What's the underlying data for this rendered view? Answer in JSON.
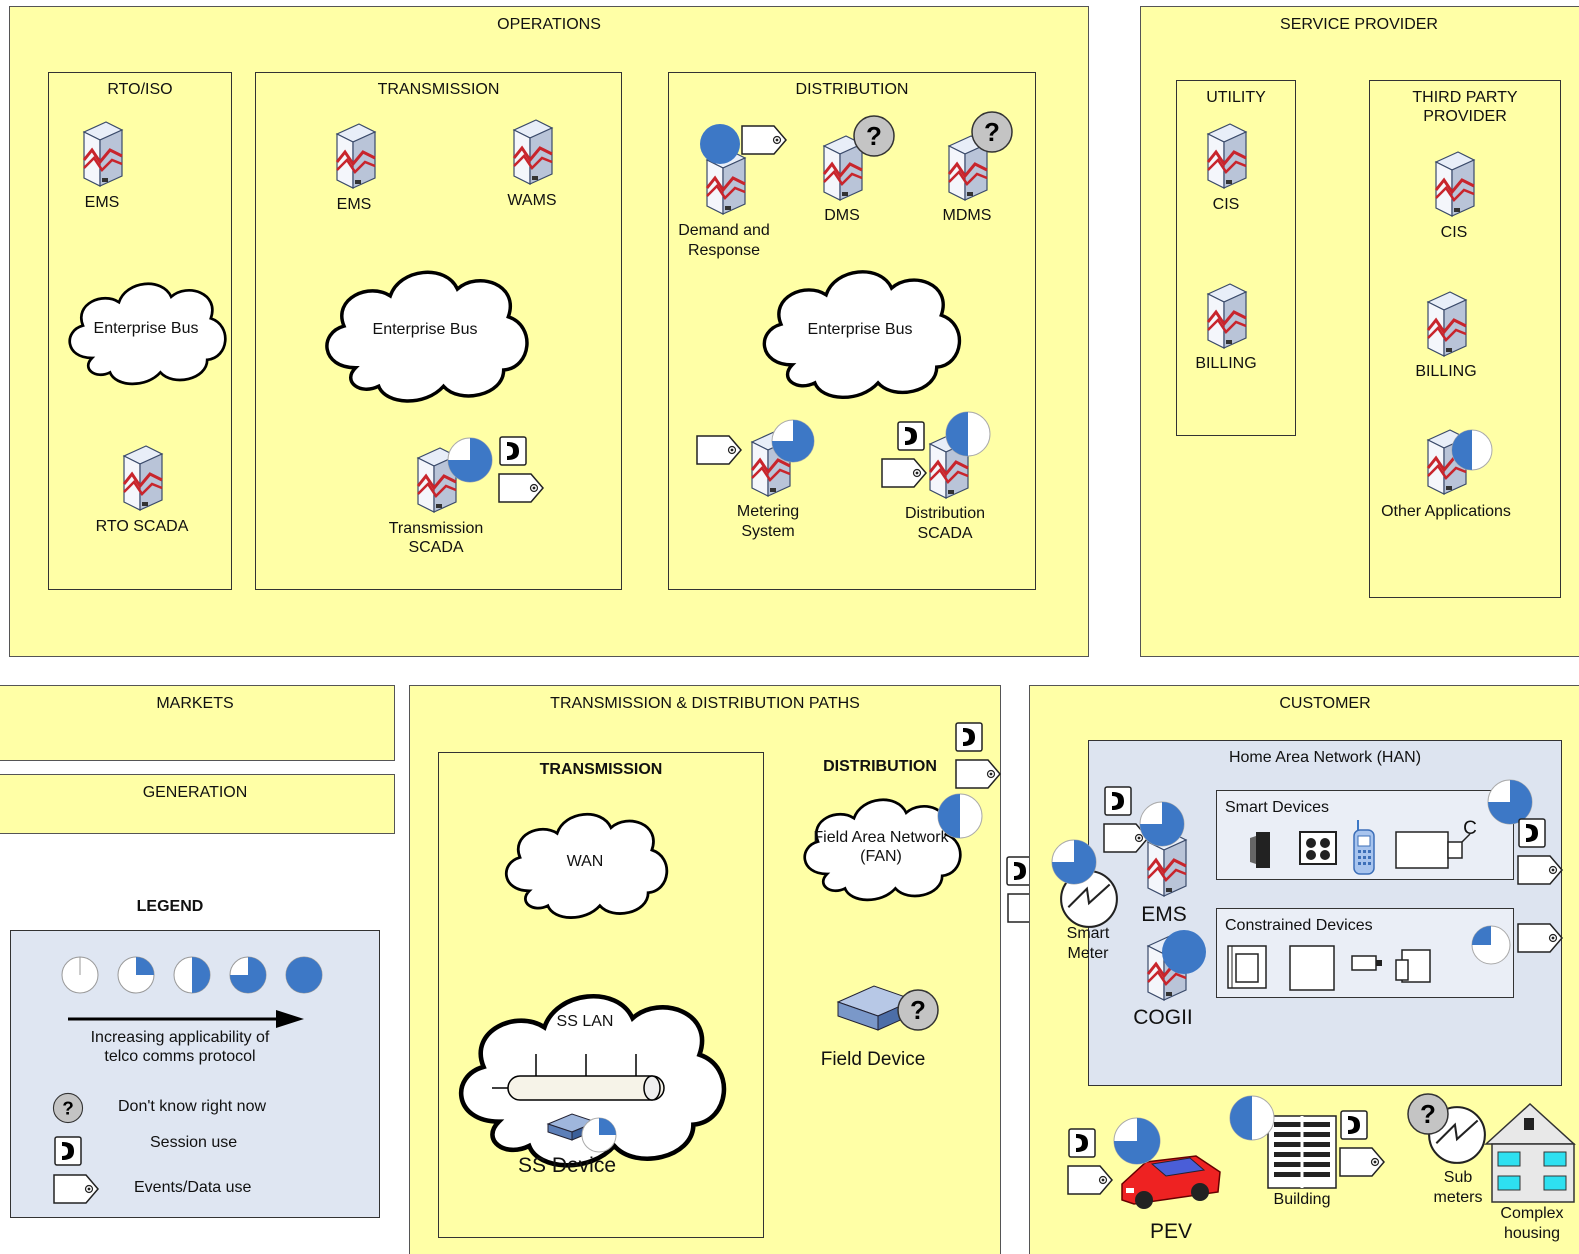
{
  "operations": {
    "title": "OPERATIONS",
    "rto_iso": {
      "title": "RTO/ISO",
      "ems": "EMS",
      "bus": "Enterprise Bus",
      "scada": "RTO SCADA"
    },
    "transmission": {
      "title": "TRANSMISSION",
      "ems": "EMS",
      "wams": "WAMS",
      "bus": "Enterprise Bus",
      "scada_1": "Transmission",
      "scada_2": "SCADA"
    },
    "distribution": {
      "title": "DISTRIBUTION",
      "dr_1": "Demand and",
      "dr_2": "Response",
      "dms": "DMS",
      "mdms": "MDMS",
      "bus": "Enterprise Bus",
      "meter_1": "Metering",
      "meter_2": "System",
      "scada_1": "Distribution",
      "scada_2": "SCADA"
    }
  },
  "service_provider": {
    "title": "SERVICE PROVIDER",
    "utility": {
      "title": "UTILITY",
      "cis": "CIS",
      "billing": "BILLING"
    },
    "third_party": {
      "title_1": "THIRD PARTY",
      "title_2": "PROVIDER",
      "cis": "CIS",
      "billing": "BILLING",
      "other": "Other Applications"
    }
  },
  "markets": {
    "title": "MARKETS"
  },
  "generation": {
    "title": "GENERATION"
  },
  "legend": {
    "title": "LEGEND",
    "arrow_1": "Increasing applicability of",
    "arrow_2": "telco comms protocol",
    "unknown": "Don't know right now",
    "session": "Session use",
    "events": "Events/Data use",
    "levels": [
      0,
      0.25,
      0.5,
      0.75,
      1
    ]
  },
  "paths": {
    "title": "TRANSMISSION & DISTRIBUTION PATHS",
    "transmission": {
      "title": "TRANSMISSION",
      "wan": "WAN",
      "sslan": "SS LAN",
      "ssdevice": "SS Device"
    },
    "distribution": {
      "title": "DISTRIBUTION",
      "fan_1": "Field Area Network",
      "fan_2": "(FAN)",
      "field_device": "Field Device"
    }
  },
  "customer": {
    "title": "CUSTOMER",
    "han": "Home Area Network (HAN)",
    "smart_devices": "Smart Devices",
    "constrained_devices": "Constrained Devices",
    "ems": "EMS",
    "cogii": "COGII",
    "smart_meter_1": "Smart",
    "smart_meter_2": "Meter",
    "pev": "PEV",
    "building": "Building",
    "sub_meters_1": "Sub",
    "sub_meters_2": "meters",
    "complex_1": "Complex",
    "complex_2": "housing",
    "c_mark": "C"
  },
  "icons": [
    "server-icon",
    "cloud-icon",
    "pie-icon",
    "question-icon",
    "phone-icon",
    "tag-icon",
    "meter-icon",
    "router-icon",
    "car-icon",
    "building-icon",
    "house-icon"
  ],
  "colors": {
    "panel": "#ffffa6",
    "pie": "#3d78c6",
    "legend": "#dfe6f2",
    "han": "#dde4f0"
  }
}
